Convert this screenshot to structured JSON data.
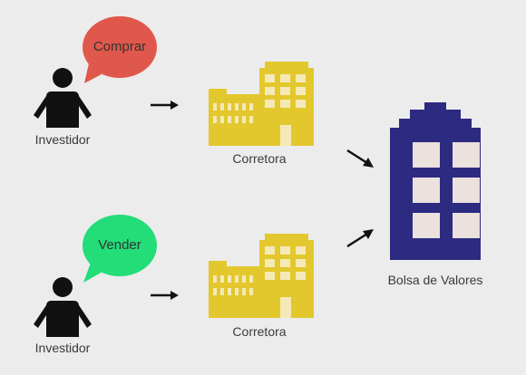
{
  "investors": [
    {
      "label": "Investidor",
      "speech": "Comprar",
      "bubble_color": "#e0584b"
    },
    {
      "label": "Investidor",
      "speech": "Vender",
      "bubble_color": "#22dd78"
    }
  ],
  "brokers": [
    {
      "label": "Corretora",
      "color": "#e3c82d"
    },
    {
      "label": "Corretora",
      "color": "#e3c82d"
    }
  ],
  "exchange": {
    "label": "Bolsa de Valores",
    "color": "#2d2a82",
    "window_color": "#ebe1dd"
  },
  "colors": {
    "person": "#111111",
    "arrow": "#111111",
    "background": "#ececec",
    "window_light": "#f5e9b8"
  }
}
